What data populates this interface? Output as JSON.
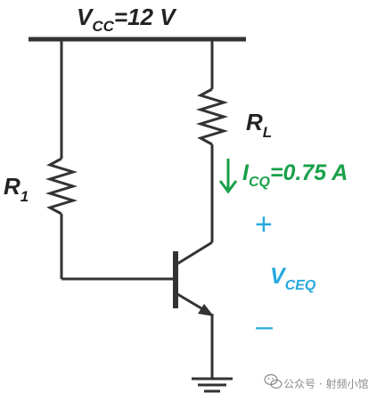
{
  "labels": {
    "vcc_main": "V",
    "vcc_sub": "CC",
    "vcc_value": "=12 V",
    "r1_main": "R",
    "r1_sub": "1",
    "rl_main": "R",
    "rl_sub": "L",
    "icq_main": "I",
    "icq_sub": "CQ",
    "icq_value": "=0.75 A",
    "vceq_main": "V",
    "vceq_sub": "CEQ",
    "plus": "+",
    "minus": "–"
  },
  "watermark": {
    "text": "公众号 · 射频小馆",
    "icon": "wechat-icon"
  },
  "colors": {
    "wire": "#333333",
    "text": "#222222",
    "current": "#1aa04a",
    "voltage": "#27a8e0",
    "watermark": "#8a8a8a"
  }
}
